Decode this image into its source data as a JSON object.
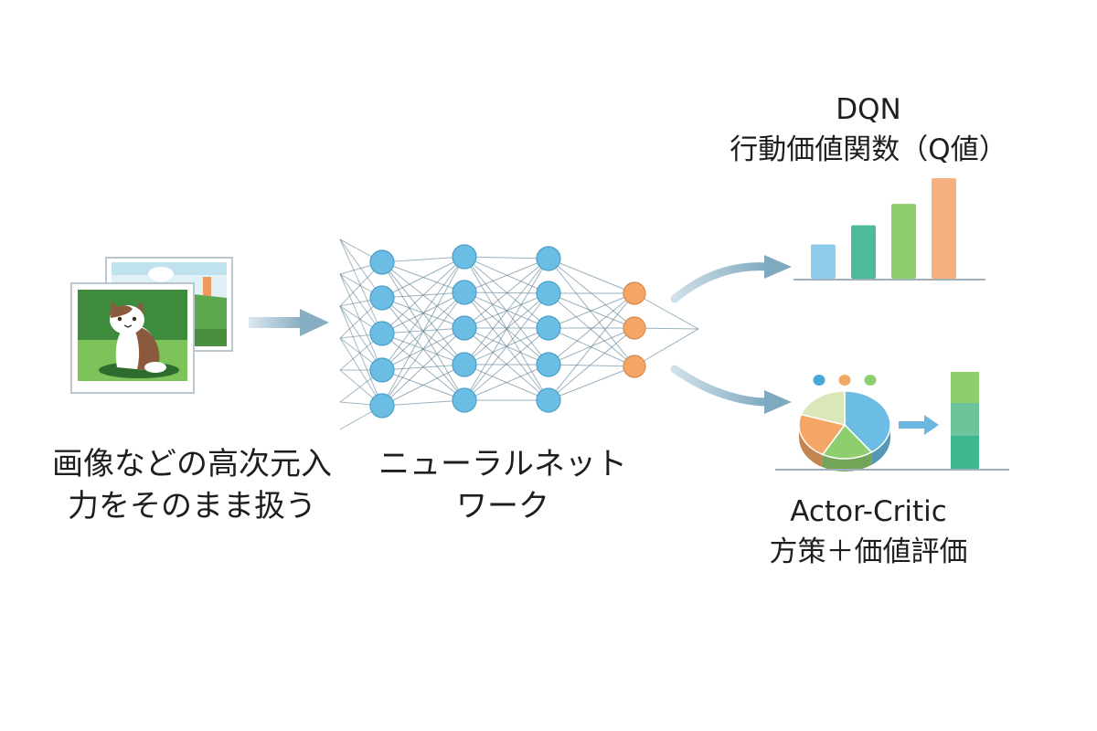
{
  "input": {
    "lines": [
      "画像などの高次元入",
      "力をそのまま扱う"
    ]
  },
  "network": {
    "lines": [
      "ニューラルネット",
      "ワーク"
    ]
  },
  "dqn": {
    "lines": [
      "DQN",
      "行動価値関数（Q値）"
    ]
  },
  "actor_critic": {
    "lines": [
      "Actor-Critic",
      "方策＋価値評価"
    ]
  },
  "colors": {
    "node_blue": "#6bbde4",
    "node_orange": "#f4a765",
    "edge": "#5a7d92",
    "arrow": "#8fb3c6",
    "bar_colors": [
      "#8ecaea",
      "#4dbb9b",
      "#8fce6e",
      "#f6b07f"
    ],
    "pie_colors": [
      "#6bbde4",
      "#8fce6e",
      "#f4a765",
      "#d9e7b9"
    ]
  },
  "chart_data": [
    {
      "type": "bar",
      "categories": [
        "",
        "",
        "",
        ""
      ],
      "values": [
        1.6,
        2.5,
        3.5,
        4.7
      ],
      "ylim": [
        0,
        5
      ],
      "grid": false
    },
    {
      "type": "pie",
      "values": [
        40,
        18,
        22,
        20
      ]
    }
  ]
}
